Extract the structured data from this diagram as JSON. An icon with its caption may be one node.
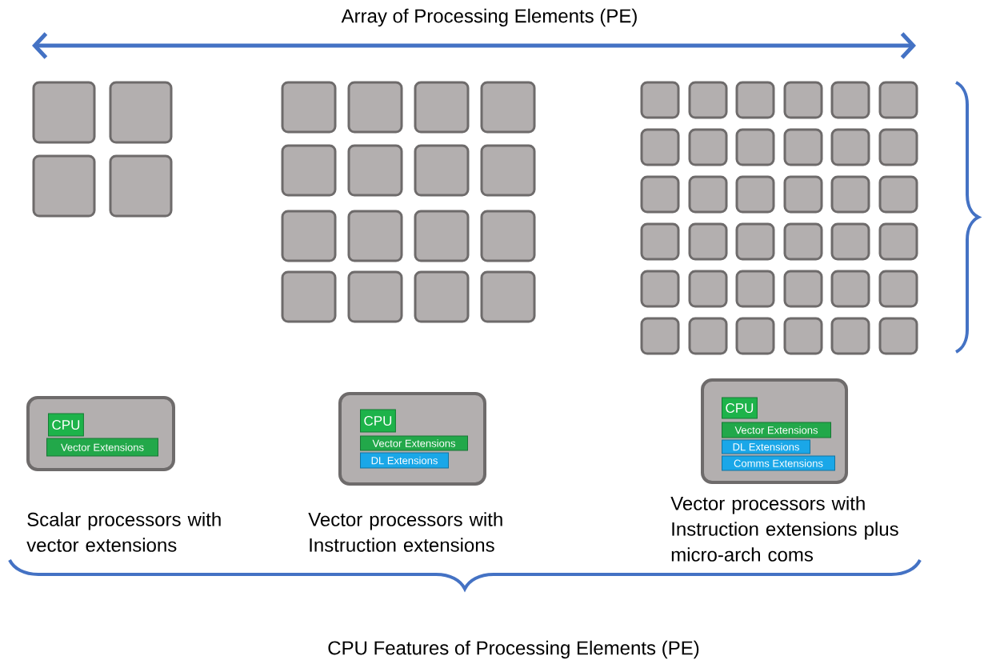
{
  "diagram": {
    "nodes": [
      {
        "text": [],
        "shape": "box",
        "beside": [
          "Scalar processors with vector extensions"
        ]
      },
      {
        "text": [
          "CPU"
        ],
        "in": 0
      },
      {
        "text": [
          "Vector Extensions"
        ],
        "in": 0
      },
      {
        "text": [],
        "shape": "box",
        "beside": [
          "Vector processors with Instruction extensions"
        ]
      },
      {
        "text": [
          "CPU"
        ],
        "in": 3
      },
      {
        "text": [
          "Vector Extensions"
        ],
        "in": 3
      },
      {
        "text": [
          "DL Extensions"
        ],
        "in": 3
      },
      {
        "text": [],
        "shape": "box",
        "beside": [
          "Vector processors with Instruction extensions plus micro-arch coms"
        ]
      },
      {
        "text": [
          "CPU"
        ],
        "in": 7
      },
      {
        "text": [
          "Vector Extensions"
        ],
        "in": 7
      },
      {
        "text": [
          "DL Extensions"
        ],
        "in": 7
      },
      {
        "text": [
          "Comms Extensions"
        ],
        "in": 7
      }
    ],
    "labels": [
      "Array of Processing Elements (PE)",
      "CPU Features of Processing Elements (PE)"
    ]
  }
}
